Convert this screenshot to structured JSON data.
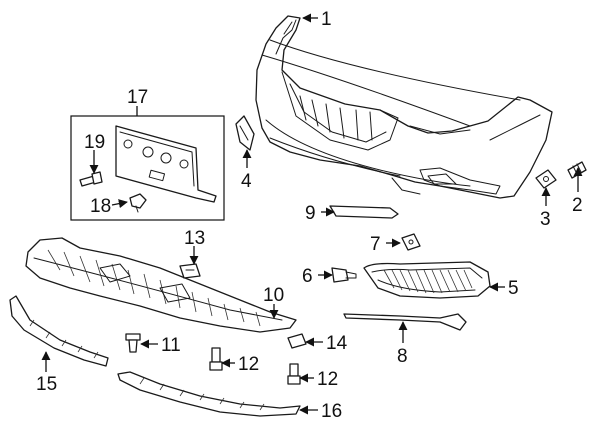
{
  "callouts": {
    "c1": "1",
    "c2": "2",
    "c3": "3",
    "c4": "4",
    "c5": "5",
    "c6": "6",
    "c7": "7",
    "c8": "8",
    "c9": "9",
    "c10": "10",
    "c11": "11",
    "c12a": "12",
    "c12b": "12",
    "c13": "13",
    "c14": "14",
    "c15": "15",
    "c16": "16",
    "c17": "17",
    "c18": "18",
    "c19": "19"
  },
  "colors": {
    "line": "#1a1a1a",
    "background": "#ffffff"
  }
}
